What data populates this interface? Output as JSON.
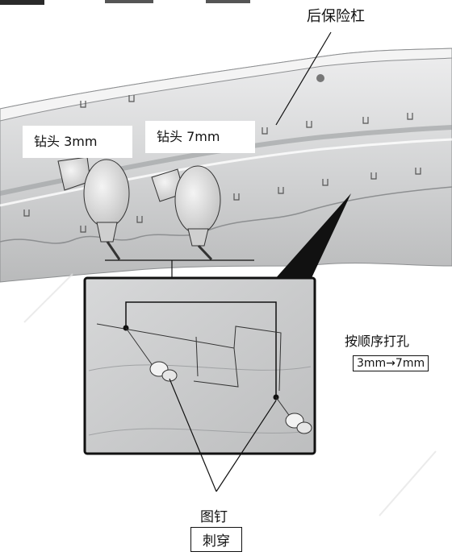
{
  "labels": {
    "part_name": "后保险杠",
    "drill_small": "钻头 3mm",
    "drill_large": "钻头 7mm",
    "instruction_title": "按顺序打孔",
    "instruction_sequence": "3mm→7mm",
    "rivet_label": "图钉",
    "rivet_action": "刺穿"
  },
  "colors": {
    "bumper": "#d9dadb",
    "bumper_shadow": "#a9abad",
    "line": "#111111",
    "detail_bg": "#cfd0d1"
  }
}
